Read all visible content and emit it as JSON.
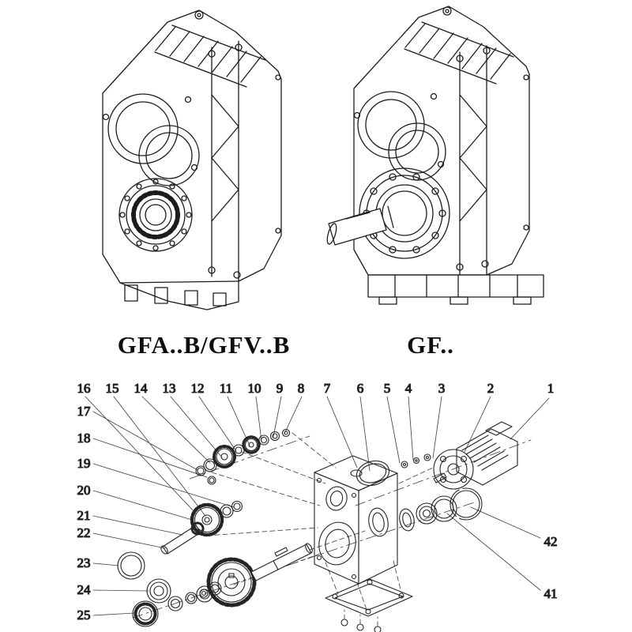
{
  "page": {
    "background": "#ffffff",
    "ink": "#1c1c1c"
  },
  "products": {
    "left": {
      "model_label": "GFA..B/GFV..B"
    },
    "right": {
      "model_label": "GF.."
    }
  },
  "exploded_view": {
    "callouts": {
      "top": [
        "16",
        "15",
        "14",
        "13",
        "12",
        "11",
        "10",
        "9",
        "8",
        "7",
        "6",
        "5",
        "4",
        "3",
        "2",
        "1"
      ],
      "left": [
        "17",
        "18",
        "19",
        "20",
        "21",
        "22",
        "23",
        "24",
        "25"
      ],
      "right": [
        "42",
        "41"
      ]
    }
  }
}
